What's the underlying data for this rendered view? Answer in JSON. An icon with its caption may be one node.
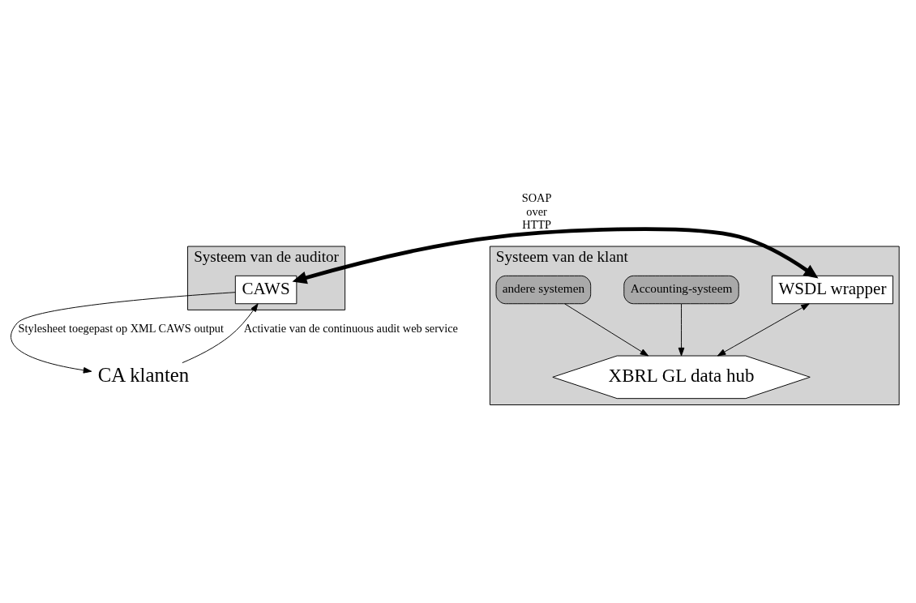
{
  "diagram": {
    "nodes": [
      {
        "text": [
          "Systeem van de auditor"
        ]
      },
      {
        "text": [
          "CAWS"
        ],
        "in": 0
      },
      {
        "text": [
          "Systeem van de klant"
        ]
      },
      {
        "text": [
          "WSDL wrapper"
        ],
        "in": 2
      },
      {
        "text": [
          "XBRL GL data hub"
        ],
        "in": 2
      },
      {
        "text": [
          "Accounting-systeem"
        ],
        "in": 2
      },
      {
        "text": [
          "andere systemen"
        ],
        "in": 2
      },
      {
        "text": [
          "CA klanten"
        ]
      }
    ],
    "edges": [
      {
        "from": 1,
        "to": 3,
        "arrow": "both",
        "label": "SOAP over HTTP",
        "style": "thick"
      },
      {
        "from": 3,
        "to": 4,
        "arrow": "both"
      },
      {
        "from": 5,
        "to": 4,
        "arrow": "to"
      },
      {
        "from": 6,
        "to": 4,
        "arrow": "to"
      },
      {
        "from": 1,
        "to": 7,
        "arrow": "to",
        "label": "Stylesheet toegepast op XML CAWS output"
      },
      {
        "from": 7,
        "to": 1,
        "arrow": "to",
        "label": "Activatie van de continuous audit web service"
      }
    ]
  }
}
